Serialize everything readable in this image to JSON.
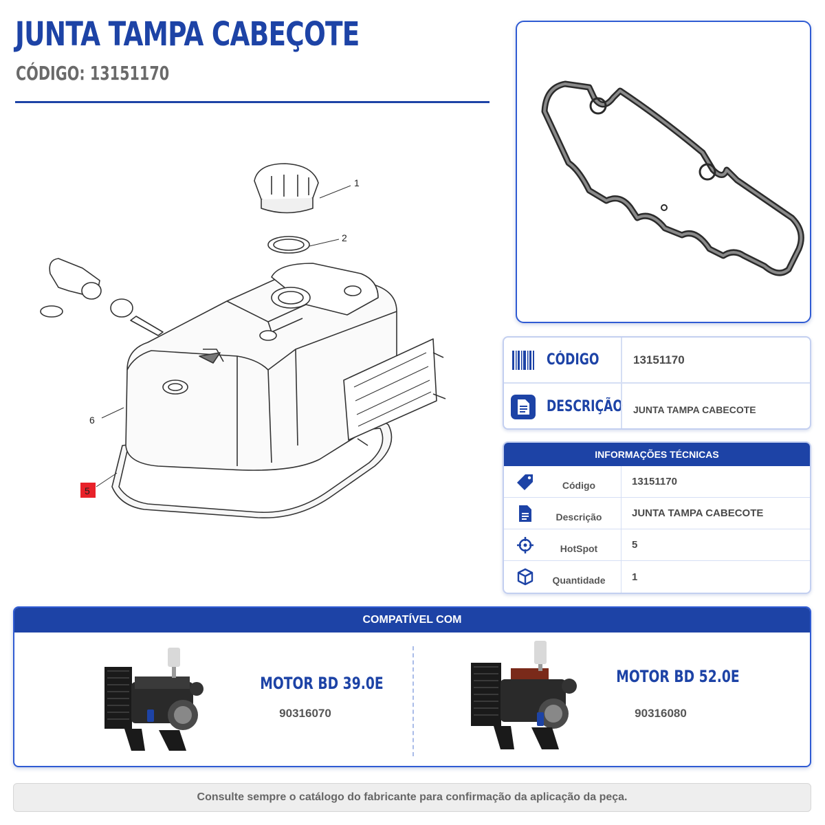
{
  "header": {
    "title": "JUNTA TAMPA CABEÇOTE",
    "subtitle": "CÓDIGO: 13151170"
  },
  "diagram": {
    "callouts": [
      "1",
      "2",
      "6",
      "5"
    ],
    "highlighted_hotspot": "5",
    "highlight_color": "#e8222a"
  },
  "summary": {
    "code_label": "CÓDIGO",
    "code_value": "13151170",
    "desc_label": "DESCRIÇÃO",
    "desc_value": "JUNTA TAMPA CABECOTE"
  },
  "tech": {
    "header": "INFORMAÇÕES TÉCNICAS",
    "rows": [
      {
        "icon": "tag-icon",
        "label": "Código",
        "value": "13151170"
      },
      {
        "icon": "document-icon",
        "label": "Descrição",
        "value": "JUNTA TAMPA CABECOTE"
      },
      {
        "icon": "crosshair-icon",
        "label": "HotSpot",
        "value": "5"
      },
      {
        "icon": "box-icon",
        "label": "Quantidade",
        "value": "1"
      }
    ]
  },
  "compat": {
    "header": "COMPATÍVEL COM",
    "engines": [
      {
        "name": "MOTOR BD 39.0E",
        "code": "90316070"
      },
      {
        "name": "MOTOR BD 52.0E",
        "code": "90316080"
      }
    ]
  },
  "footer": {
    "note": "Consulte sempre o catálogo do fabricante para confirmação da aplicação da peça."
  },
  "colors": {
    "brand_blue": "#1d43a6",
    "accent_border": "#2f5bd3"
  }
}
